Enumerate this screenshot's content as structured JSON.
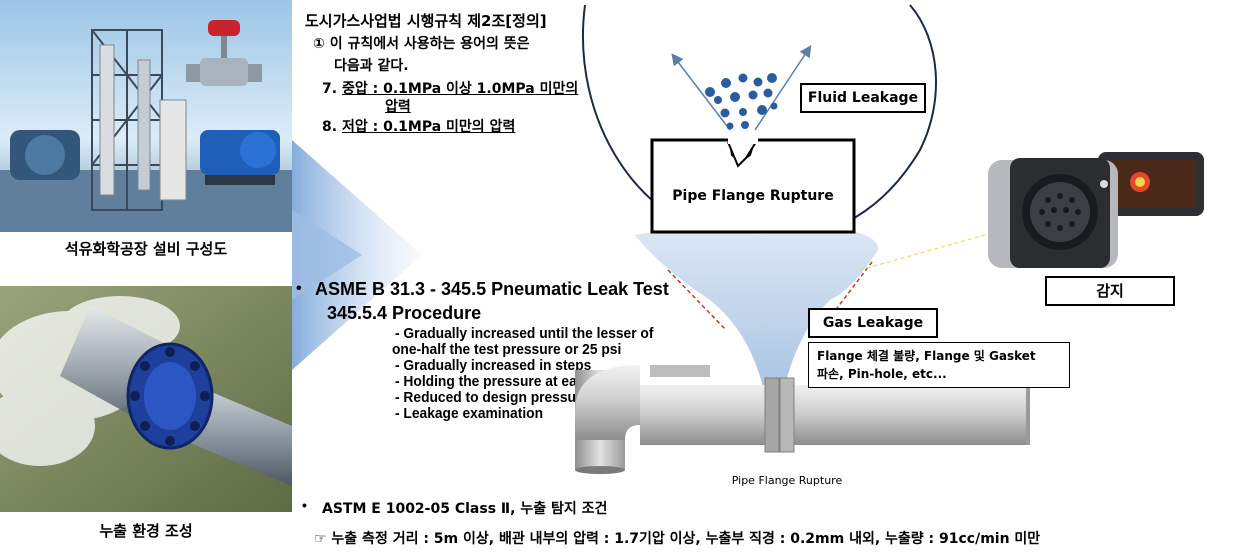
{
  "photos": {
    "plant_caption": "석유화학공장 설비 구성도",
    "leak_caption": "누출 환경 조성"
  },
  "law": {
    "title": "도시가스사업법 시행규칙 제2조[정의]",
    "clause": "① 이 규칙에서 사용하는 용어의 뜻은",
    "clause2": "다음과 같다.",
    "item7_num": "7.",
    "item7_a": "중압 : 0.1MPa 이상 1.0MPa 미만의",
    "item7_b": "압력",
    "item8_num": "8.",
    "item8": "저압 : 0.1MPa 미만의 압력"
  },
  "asme": {
    "bullet": "•",
    "heading": "ASME B 31.3 - 345.5 Pneumatic Leak Test",
    "sub": "345.5.4 Procedure",
    "items": [
      "- Gradually increased until the lesser of",
      "one-half the test pressure or 25 psi",
      "- Gradually increased in steps",
      "- Holding the pressure at each step",
      "- Reduced to design pressure",
      "- Leakage examination"
    ]
  },
  "astm": {
    "bullet": "•",
    "heading": "ASTM E 1002-05 Class Ⅱ, 누출 탐지 조건",
    "condition": "☞ 누출 측정 거리 : 5m 이상, 배관 내부의 압력 : 1.7기압 이상, 누출부 직경 : 0.2mm 내외, 누출량 : 91cc/min 미만"
  },
  "diagram": {
    "fluid_leakage": "Fluid Leakage",
    "pipe_flange_rupture_box": "Pipe Flange Rupture",
    "gas_leakage": "Gas Leakage",
    "gas_desc_line1": "Flange 체결 불량, Flange 및 Gasket",
    "gas_desc_line2": "파손, Pin-hole, etc...",
    "pipe_caption": "Pipe Flange Rupture",
    "detect_label": "감지"
  },
  "colors": {
    "droplet": "#2a5d9e",
    "arrow": "#5b7fa6",
    "pipe": "#c9c9c9",
    "gas_plume": "#c7d9ee",
    "big_arrow": "#7fa8da"
  }
}
